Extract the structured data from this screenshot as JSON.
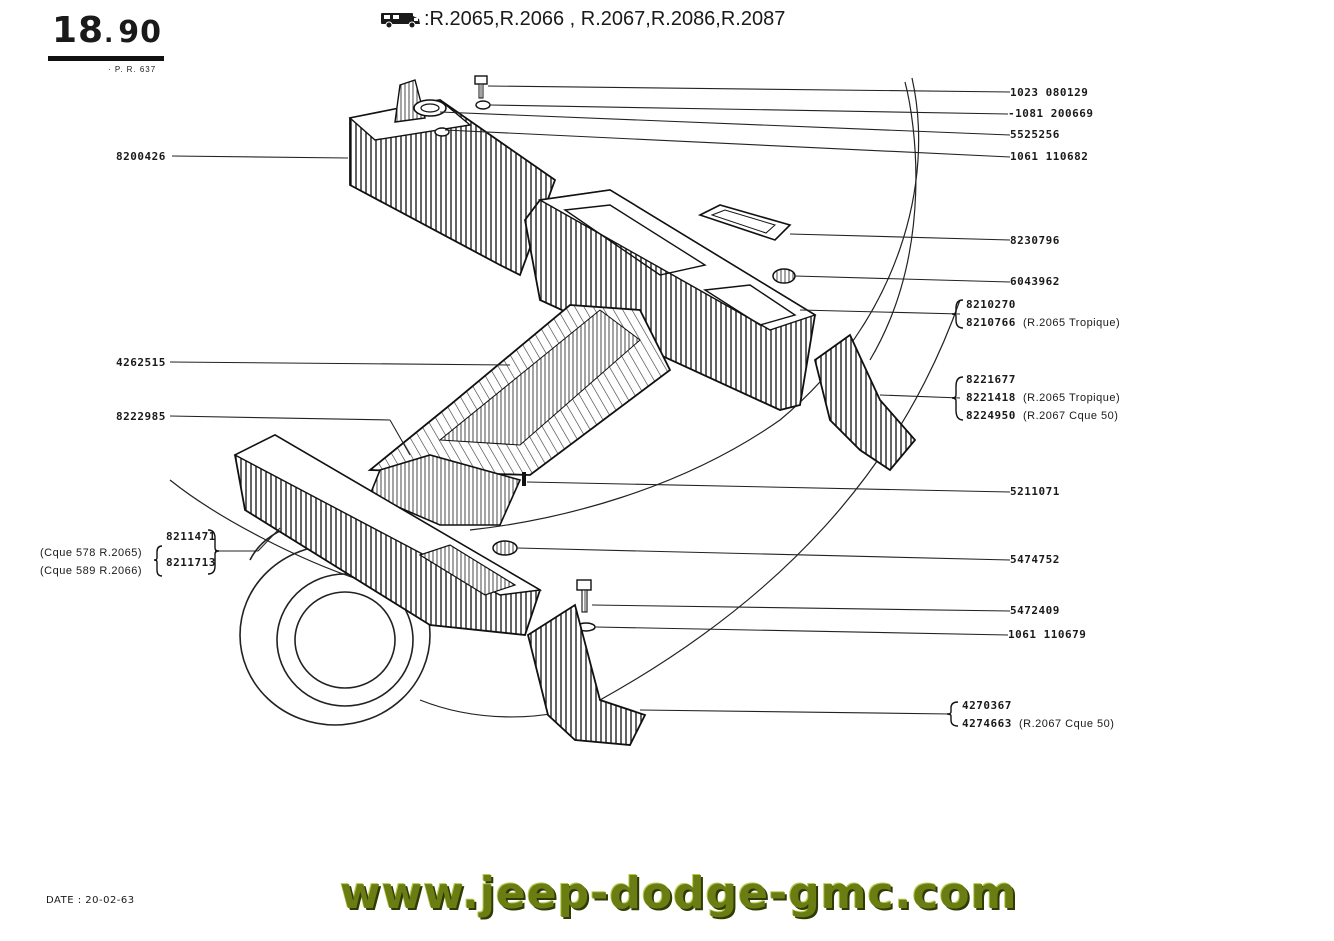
{
  "header": {
    "page_number_main": "18",
    "page_number_sub": "90",
    "reference": "· P. R. 637",
    "models_text": ":R.2065,R.2066 , R.2067,R.2086,R.2087",
    "vehicle_icon": "van-icon"
  },
  "callouts_right": [
    {
      "part": "1023 080129",
      "note": ""
    },
    {
      "part": "1081 200669",
      "note": ""
    },
    {
      "part": "5525256",
      "note": ""
    },
    {
      "part": "1061 110682",
      "note": ""
    },
    {
      "part": "8230796",
      "note": ""
    },
    {
      "part": "6043962",
      "note": ""
    },
    {
      "part": "8210270",
      "note": ""
    },
    {
      "part": "8210766",
      "note": "(R.2065 Tropique)"
    },
    {
      "part": "8221677",
      "note": ""
    },
    {
      "part": "8221418",
      "note": "(R.2065 Tropique)"
    },
    {
      "part": "8224950",
      "note": "(R.2067 Cque 50)"
    },
    {
      "part": "5211071",
      "note": ""
    },
    {
      "part": "5474752",
      "note": ""
    },
    {
      "part": "5472409",
      "note": ""
    },
    {
      "part": "1061 110679",
      "note": ""
    },
    {
      "part": "4270367",
      "note": ""
    },
    {
      "part": "4274663",
      "note": "(R.2067 Cque 50)"
    }
  ],
  "callouts_left": [
    {
      "part": "8200426"
    },
    {
      "part": "4262515"
    },
    {
      "part": "8222985"
    },
    {
      "part": "8211471",
      "note": "(Cque 578 R.2065)"
    },
    {
      "part": "8211713",
      "note": "(Cque 589 R.2066)"
    }
  ],
  "footer": {
    "date": "DATE : 20-02-63",
    "website": "www.jeep-dodge-gmc.com"
  }
}
